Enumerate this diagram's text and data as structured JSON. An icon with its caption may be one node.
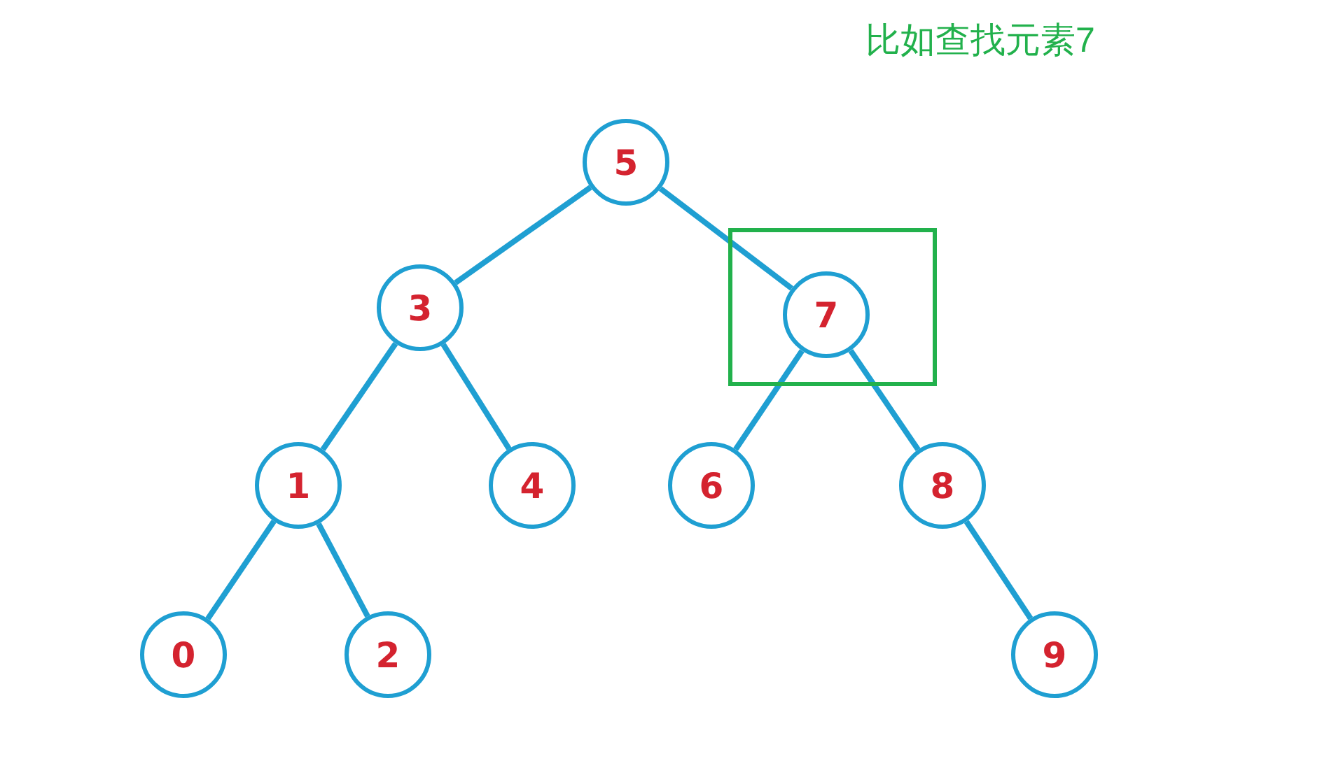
{
  "diagram": {
    "title": "比如查找元素7",
    "nodes": [
      {
        "text": [
          "5"
        ]
      },
      {
        "text": [
          "3"
        ]
      },
      {
        "text": [],
        "shape": "box"
      },
      {
        "text": [
          "7"
        ],
        "in": 2
      },
      {
        "text": [
          "1"
        ]
      },
      {
        "text": [
          "4"
        ]
      },
      {
        "text": [
          "6"
        ]
      },
      {
        "text": [
          "8"
        ]
      },
      {
        "text": [
          "0"
        ]
      },
      {
        "text": [
          "2"
        ]
      },
      {
        "text": [
          "9"
        ]
      }
    ],
    "edges": [
      {
        "from": 0,
        "to": 1,
        "arrow": "none"
      },
      {
        "from": 0,
        "to": 3,
        "arrow": "none"
      },
      {
        "from": 1,
        "to": 4,
        "arrow": "none"
      },
      {
        "from": 1,
        "to": 5,
        "arrow": "none"
      },
      {
        "from": 3,
        "to": 6,
        "arrow": "none"
      },
      {
        "from": 3,
        "to": 7,
        "arrow": "none"
      },
      {
        "from": 4,
        "to": 8,
        "arrow": "none"
      },
      {
        "from": 4,
        "to": 9,
        "arrow": "none"
      },
      {
        "from": 7,
        "to": 10,
        "arrow": "none"
      }
    ]
  }
}
